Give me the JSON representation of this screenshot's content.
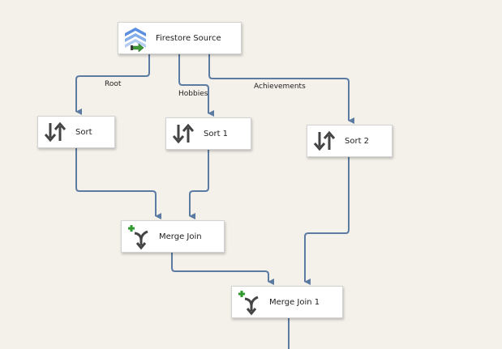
{
  "canvas": {
    "background": "#f4f1ea",
    "wire_color": "#5b7ba3"
  },
  "nodes": {
    "source": {
      "label": "Firestore Source",
      "icon": "data-source-icon"
    },
    "sort": {
      "label": "Sort",
      "icon": "sort-icon"
    },
    "sort1": {
      "label": "Sort 1",
      "icon": "sort-icon"
    },
    "sort2": {
      "label": "Sort 2",
      "icon": "sort-icon"
    },
    "merge": {
      "label": "Merge Join",
      "icon": "merge-join-icon"
    },
    "merge1": {
      "label": "Merge Join 1",
      "icon": "merge-join-icon"
    }
  },
  "paths": {
    "root": "Root",
    "hobbies": "Hobbies",
    "achievements": "Achievements"
  }
}
